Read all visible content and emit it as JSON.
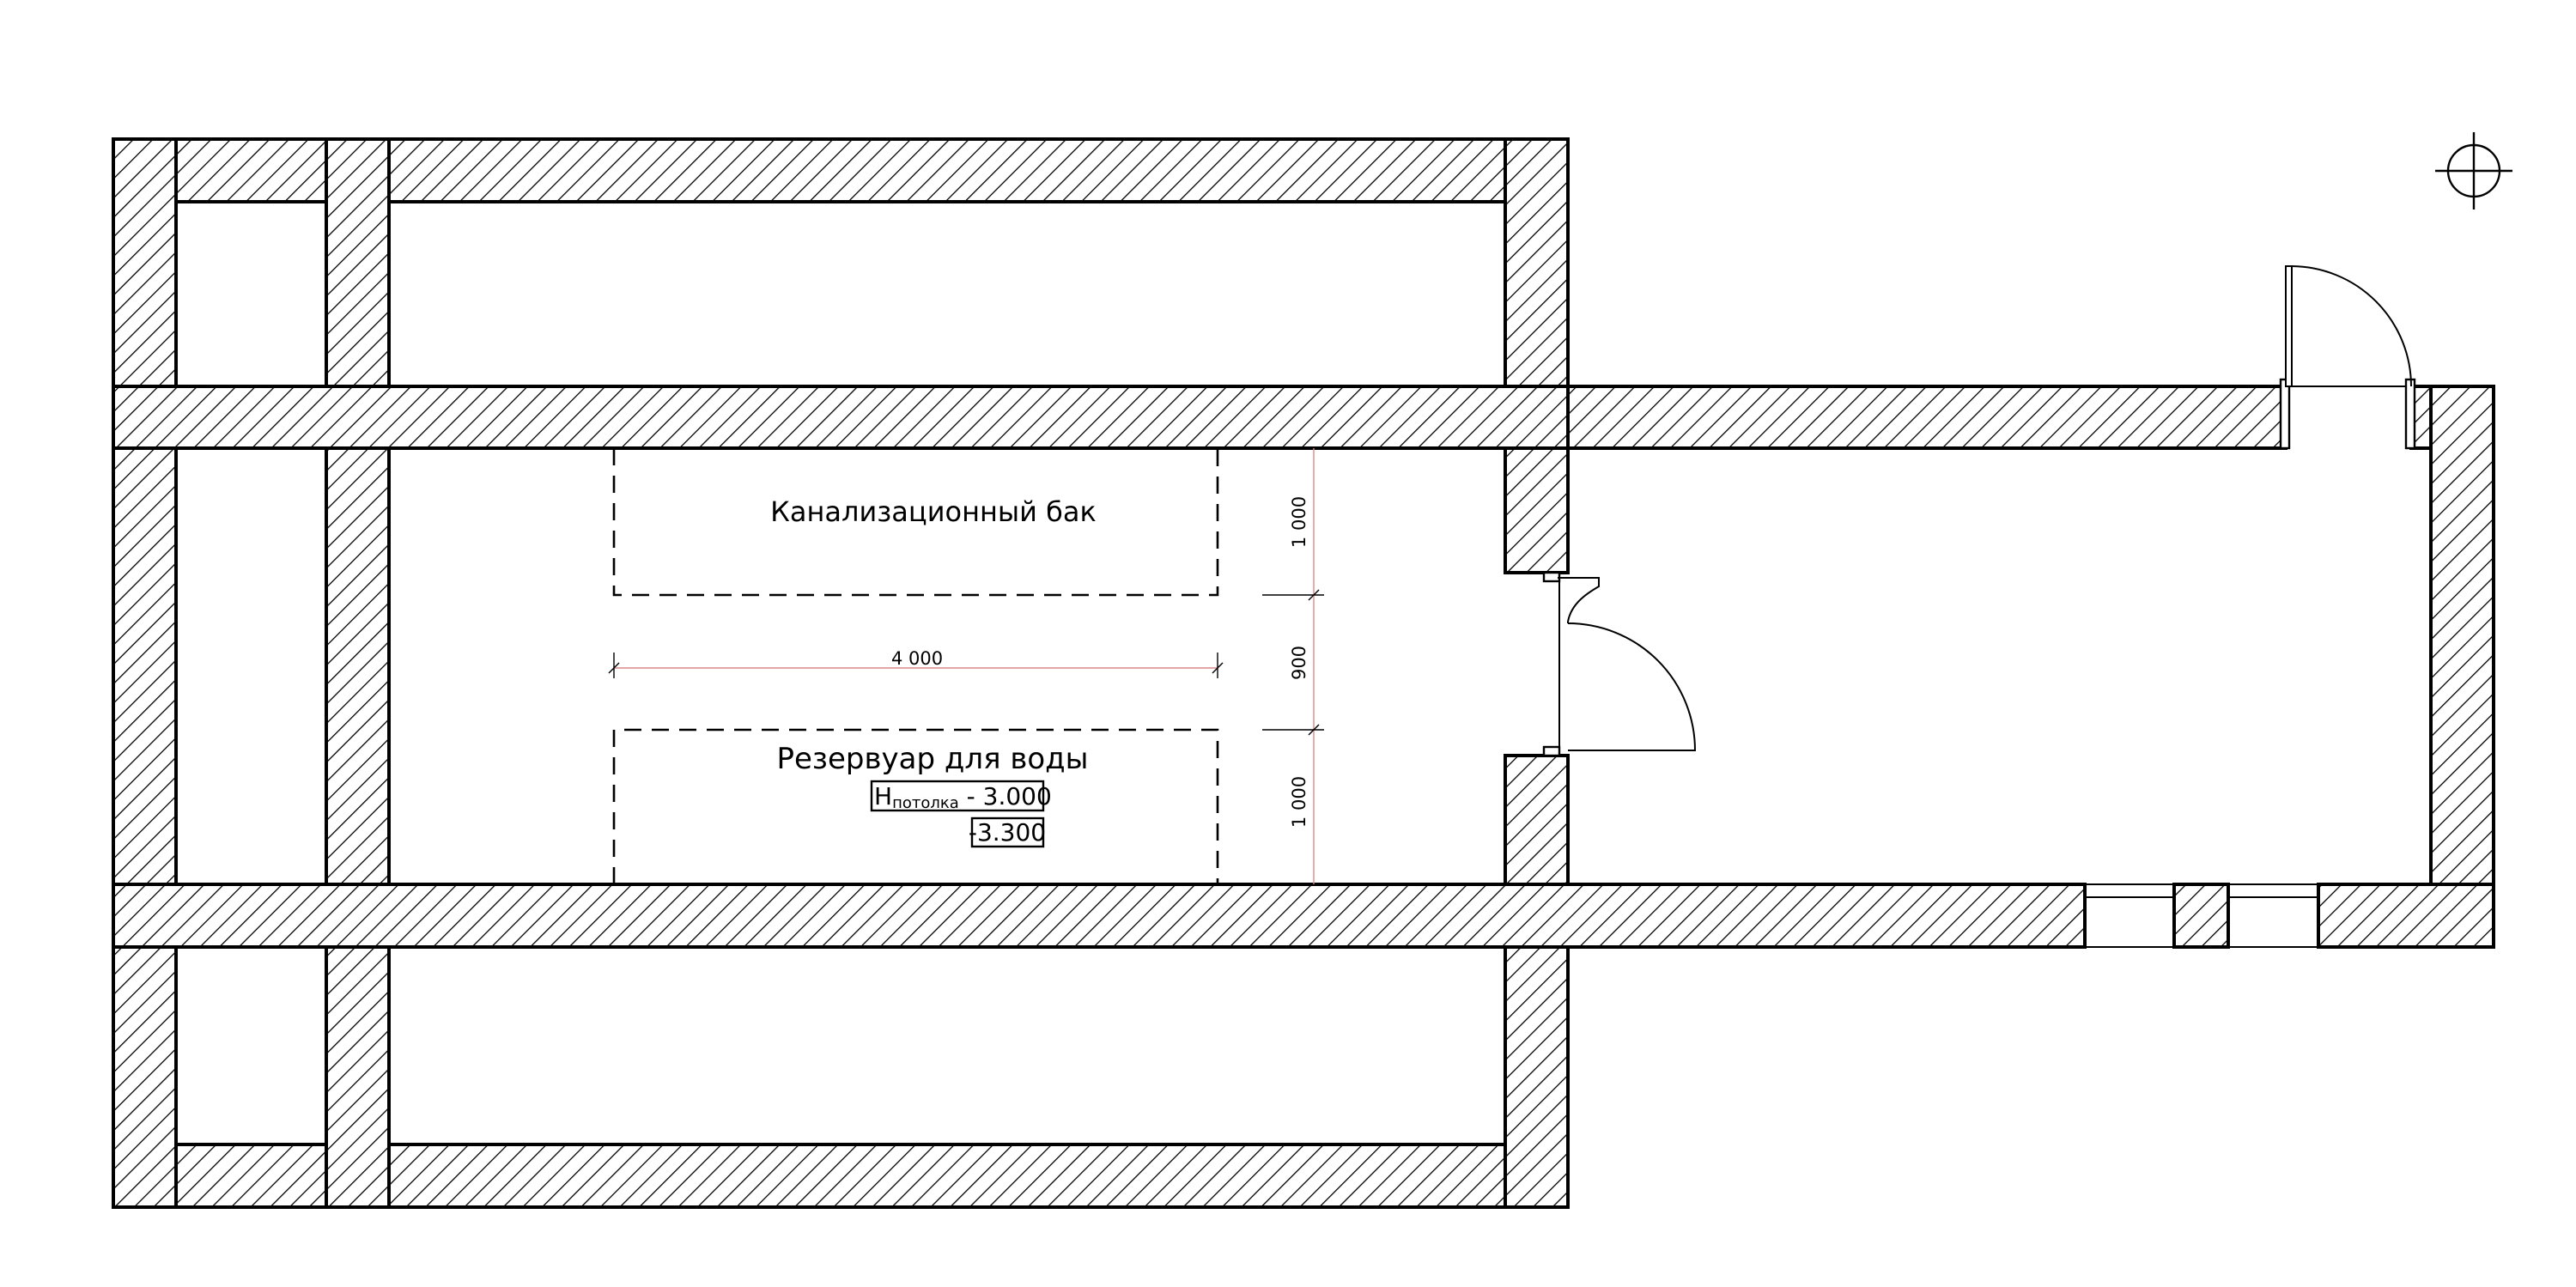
{
  "labels": {
    "sewage_tank": "Канализационный бак",
    "water_tank": "Резервуар для воды"
  },
  "dimensions": {
    "tank_length": "4 000",
    "top_tank_width": "1 000",
    "gap": "900",
    "bottom_tank_width": "1 000"
  },
  "elevations": {
    "ceiling_prefix": "H",
    "ceiling_sub": "потолка",
    "ceiling_value": " - 3.000",
    "floor_level": "-3.300"
  },
  "icons": {
    "crosshair": "crosshair-icon"
  }
}
